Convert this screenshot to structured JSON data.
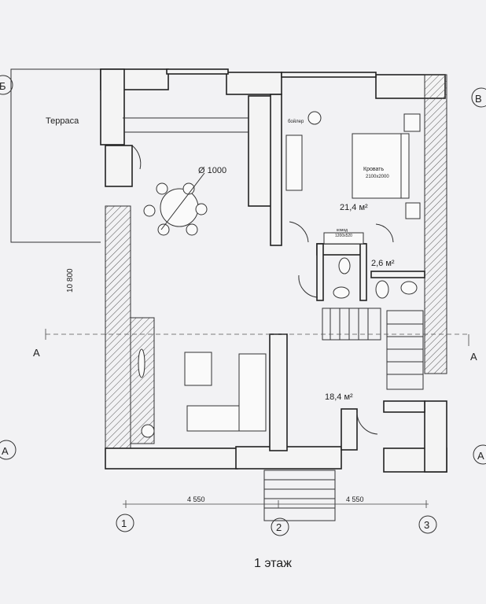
{
  "plan": {
    "title": "1 этаж",
    "overall_dim": "10 800",
    "axis_letters": {
      "top_left": "Б",
      "top_right": "В",
      "bottom_left": "А",
      "bottom_right": "А"
    },
    "axis_numbers": [
      "1",
      "2",
      "3"
    ],
    "dims_bottom": [
      "4 550",
      "4 550"
    ],
    "section_marks": [
      "A",
      "A"
    ]
  },
  "rooms": {
    "terrace": "Терраса",
    "bedroom_area": "21,4 м²",
    "bath_area": "2,6 м²",
    "hall_area": "18,4 м²"
  },
  "furniture": {
    "table_diameter": "Ø 1000",
    "bed_title": "Кровать",
    "bed_size": "2100х2000",
    "boiler": "бойлер",
    "sink_label": "комод",
    "sink_size": "1200х520"
  },
  "colors": {
    "ink": "#222222",
    "paper": "#f2f2f4"
  }
}
